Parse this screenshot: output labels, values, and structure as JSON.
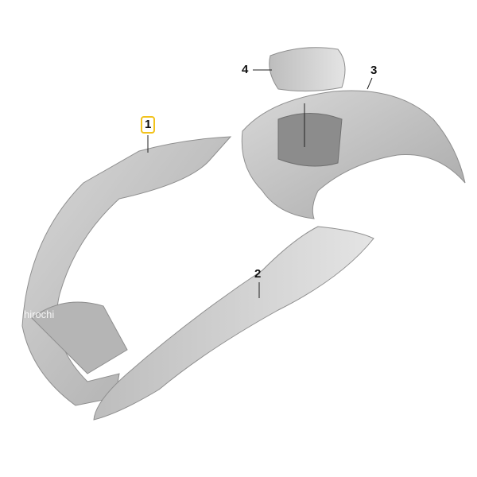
{
  "callouts": [
    {
      "number": "1",
      "highlighted": true
    },
    {
      "number": "2",
      "highlighted": false
    },
    {
      "number": "3",
      "highlighted": false
    },
    {
      "number": "4",
      "highlighted": false
    }
  ],
  "watermark": "hirochi",
  "colors": {
    "part": "#c9c9c9",
    "part_shade": "#9a9a9a",
    "highlight": "#f2c21b"
  }
}
